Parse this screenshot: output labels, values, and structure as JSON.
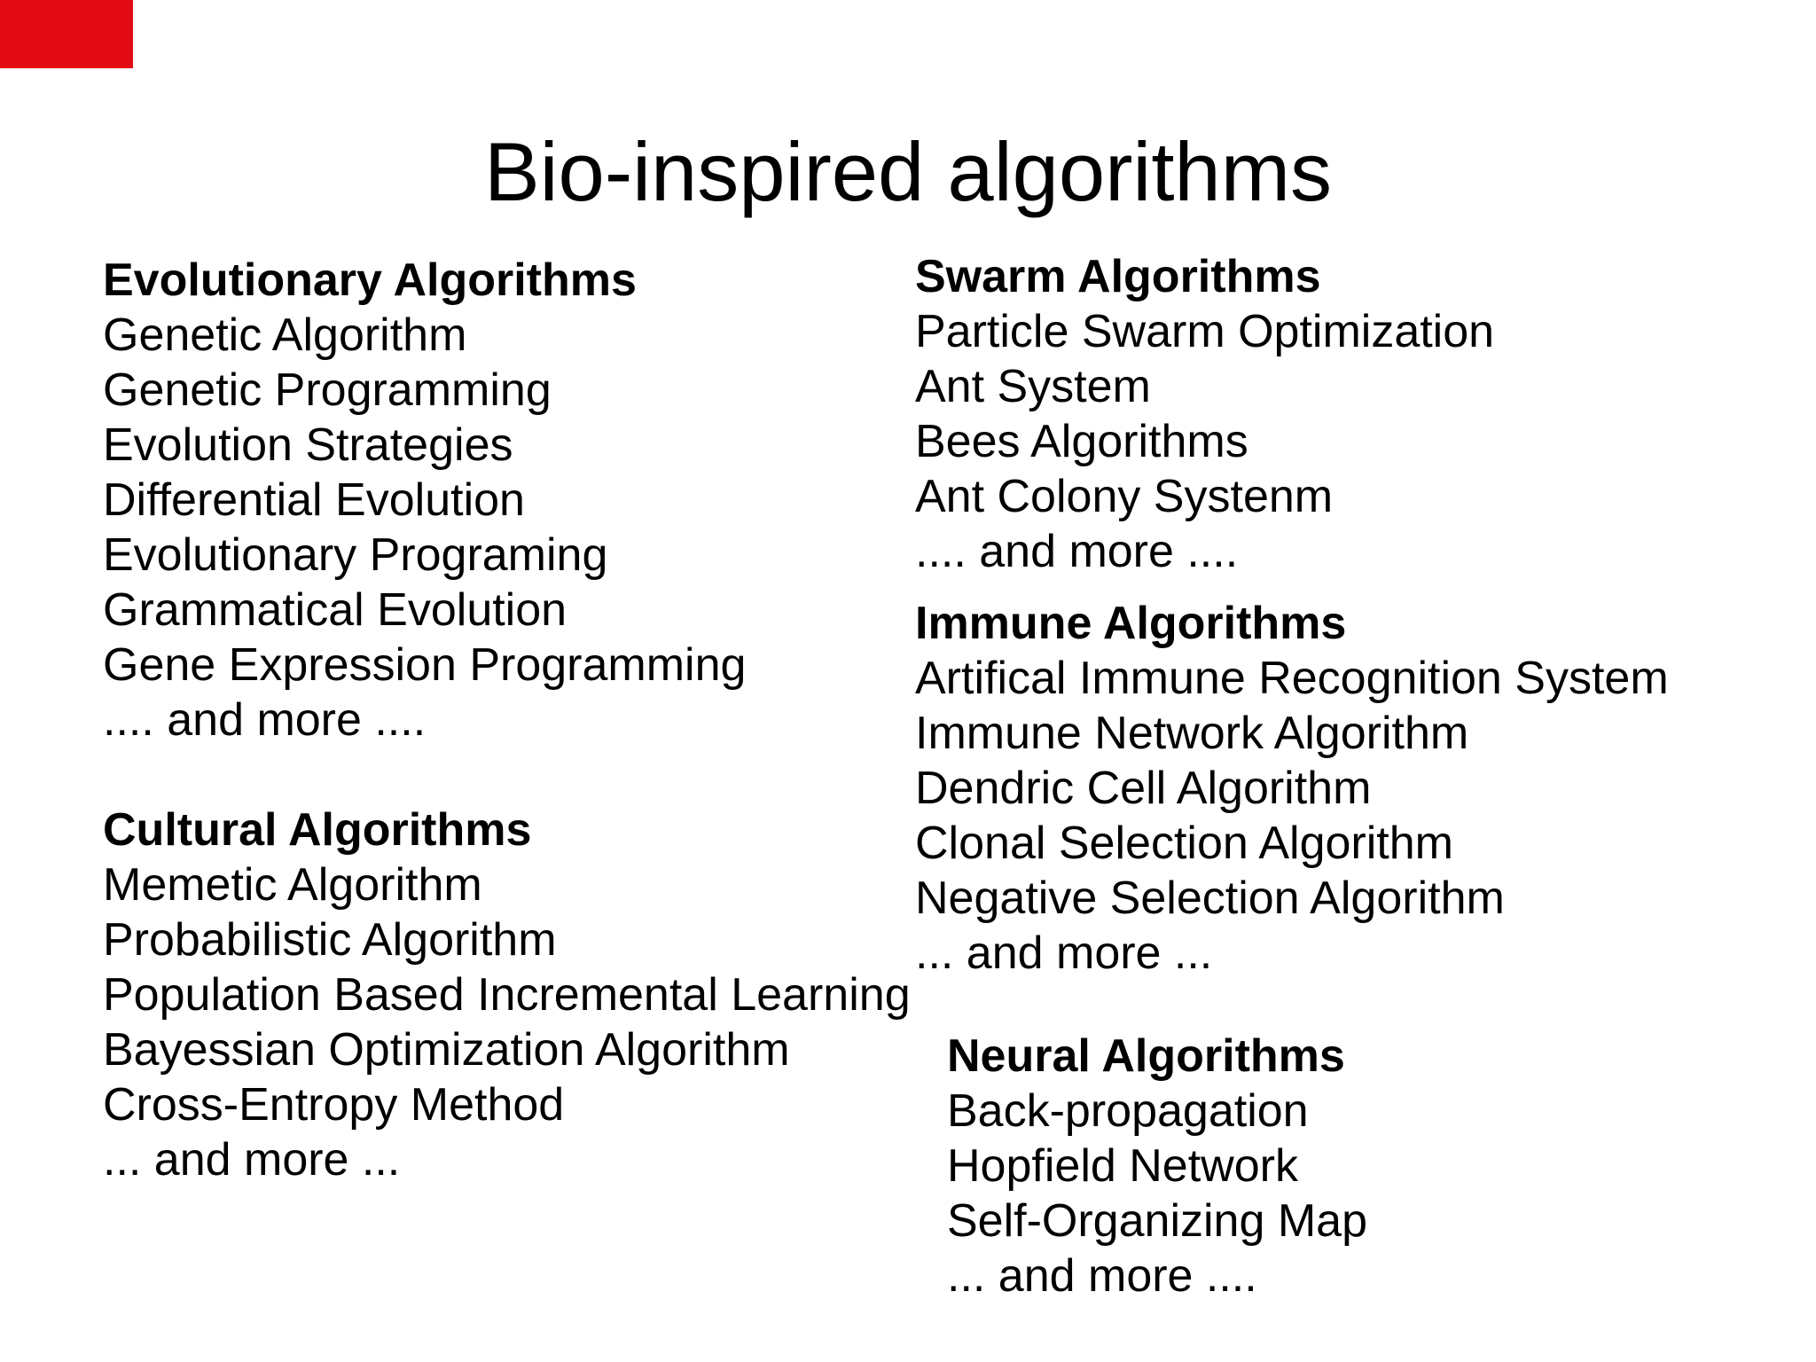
{
  "title": "Bio-inspired algorithms",
  "marker_color": "#e30b13",
  "sections": [
    {
      "header": "Evolutionary Algorithms",
      "items": [
        "Genetic Algorithm",
        "Genetic Programming",
        "Evolution Strategies",
        "Differential Evolution",
        "Evolutionary Programing",
        "Grammatical Evolution",
        "Gene Expression Programming",
        ".... and more ...."
      ]
    },
    {
      "header": "Cultural Algorithms",
      "items": [
        "Memetic Algorithm",
        "Probabilistic Algorithm",
        "Population Based Incremental Learning",
        "Bayessian Optimization Algorithm",
        "Cross-Entropy Method",
        "... and more ..."
      ]
    },
    {
      "header": "Swarm Algorithms",
      "items": [
        "Particle Swarm Optimization",
        "Ant System",
        "Bees Algorithms",
        "Ant Colony Systenm",
        ".... and more ...."
      ]
    },
    {
      "header": "Immune Algorithms",
      "items": [
        "Artifical Immune Recognition System",
        "Immune Network Algorithm",
        "Dendric Cell Algorithm",
        "Clonal Selection Algorithm",
        "Negative Selection Algorithm",
        "... and more ..."
      ]
    },
    {
      "header": "Neural Algorithms",
      "items": [
        "Back-propagation",
        "Hopfield Network",
        "Self-Organizing Map",
        "... and more ...."
      ]
    }
  ]
}
